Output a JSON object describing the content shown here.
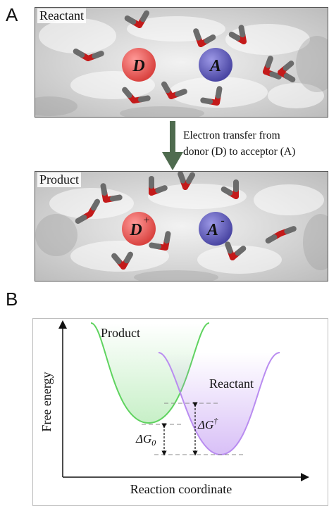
{
  "panel_a": {
    "letter": "A",
    "reactant_scene": {
      "label": "Reactant",
      "donor_label": "D",
      "acceptor_label": "A",
      "donor_color": "#e2504f",
      "acceptor_color": "#5a56b0"
    },
    "arrow_caption": {
      "line1": "Electron transfer from",
      "line2": "donor (D) to acceptor (A)"
    },
    "arrow_color": "#4f6b4f",
    "product_scene": {
      "label": "Product",
      "donor_label": "D",
      "donor_charge": "+",
      "acceptor_label": "A",
      "acceptor_charge": "-"
    },
    "water_colors": {
      "oxygen": "#c41a1a",
      "hydrogen": "#6b6b6b"
    }
  },
  "panel_b": {
    "letter": "B",
    "product_curve_label": "Product",
    "reactant_curve_label": "Reactant",
    "y_axis_label": "Free energy",
    "x_axis_label": "Reaction coordinate",
    "delta_g0": {
      "symbol": "ΔG",
      "subscript": "0"
    },
    "delta_g_activation": {
      "symbol": "ΔG",
      "superscript": "†"
    },
    "product_color": "#5fd35f",
    "reactant_color": "#b98cf0"
  }
}
